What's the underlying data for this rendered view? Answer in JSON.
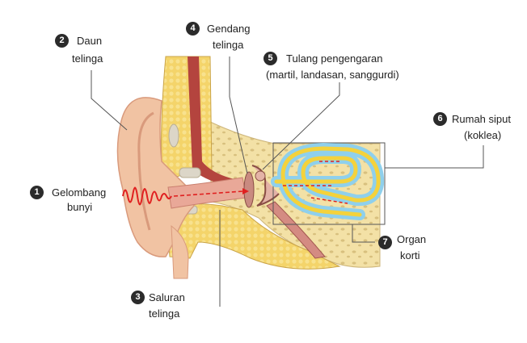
{
  "labels": [
    {
      "number": "1",
      "line1": "Gelombang",
      "line2": "bunyi"
    },
    {
      "number": "2",
      "line1": "Daun",
      "line2": "telinga"
    },
    {
      "number": "3",
      "line1": "Saluran",
      "line2": "telinga"
    },
    {
      "number": "4",
      "line1": "Gendang",
      "line2": "telinga"
    },
    {
      "number": "5",
      "line1": "Tulang pengengaran",
      "line2": "(martil, landasan, sanggurdi)"
    },
    {
      "number": "6",
      "line1": "Rumah siput",
      "line2": "(koklea)"
    },
    {
      "number": "7",
      "line1": "Organ",
      "line2": "korti"
    }
  ],
  "colors": {
    "skin": "#f1c3a3",
    "skin_dark": "#d99a7c",
    "bone": "#f3e1a6",
    "bone_pore": "#d9c58a",
    "cochlea_blue": "#8fd0ec",
    "cochlea_yellow": "#f4d23c",
    "sound_wave": "#e02020",
    "leader_line": "#555555"
  }
}
